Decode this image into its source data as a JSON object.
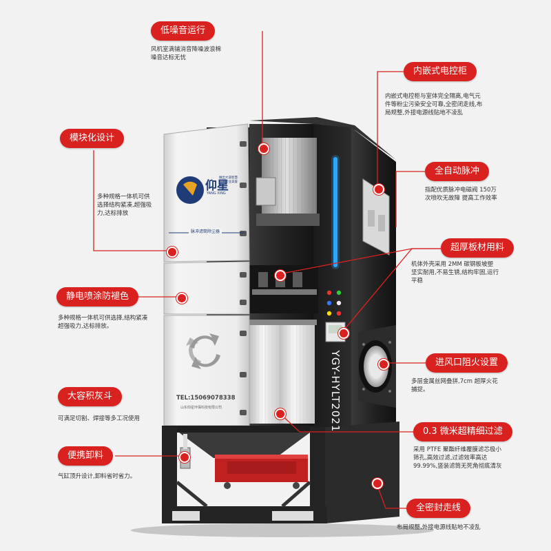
{
  "machine": {
    "brand_logo_text": "仰星",
    "brand_logo_sub": "YANG XING",
    "brand_slogan": "做出大道智慧 打造行业美誉",
    "panel_label": "脉冲滤筒除尘器",
    "tel": "TEL:15069078338",
    "company": "山东仰星环保科技有限公司",
    "model": "YGY-HYLT2021"
  },
  "features": [
    {
      "id": "low-noise",
      "title": "低噪音运行",
      "desc": [
        "风机室满铺消音降噪波浪棉",
        "噪音达标无忧"
      ]
    },
    {
      "id": "embedded-cabinet",
      "title": "内嵌式电控柜",
      "desc": [
        "内嵌式电控柜与室体完全隔离,电气元",
        "件等粉尘污染安全可靠,全密闭走线,布",
        "局规整,外接电源线贴地不凌乱"
      ]
    },
    {
      "id": "modular",
      "title": "模块化设计",
      "desc": [
        "多种规格一体机可供",
        "选择结构紧凑,超强吸",
        "力,达标排放"
      ]
    },
    {
      "id": "auto-pulse",
      "title": "全自动脉冲",
      "desc": [
        "指配优质脉冲电磁阀 150万",
        "次喷吹无故障 提高工作效率"
      ]
    },
    {
      "id": "thick-plate",
      "title": "超厚板材用料",
      "desc": [
        "机体外壳采用 2MM 碳钢板坡塑",
        "坚实耐用,不易生锈,结构牢固,运行",
        "平稳"
      ]
    },
    {
      "id": "anti-rust",
      "title": "静电喷涂防褪色",
      "desc": [
        "多种规格一体机可供选择,结构紧凑",
        "超强吸力,达标排放。"
      ]
    },
    {
      "id": "inlet",
      "title": "进风口阻火设置",
      "desc": [
        "多层金属丝网叠拼,7cm 超厚火花",
        "捕捉。"
      ]
    },
    {
      "id": "ash-hopper",
      "title": "大容积灰斗",
      "desc": [
        "可满足切割、焊接等多工况使用"
      ]
    },
    {
      "id": "filter",
      "title": "0.3 微米超精细过滤",
      "desc": [
        "采用 PTFE 聚酯纤维覆膜滤芯极小",
        "筛孔,高效过滤,过滤效率高达",
        "99.99%,竖装滤筒无死角彻底清灰"
      ]
    },
    {
      "id": "unload",
      "title": "便携卸料",
      "desc": [
        "气缸顶升设计,卸料省时省力。"
      ]
    },
    {
      "id": "sealed-wiring",
      "title": "全密封走线",
      "desc": [
        "布局规整,外接电源线贴地不凌乱"
      ]
    }
  ],
  "colors": {
    "accent": "#d9221f",
    "cabinet": "#262626",
    "panel": "#ebebeb",
    "led": "#2aa8ff"
  }
}
